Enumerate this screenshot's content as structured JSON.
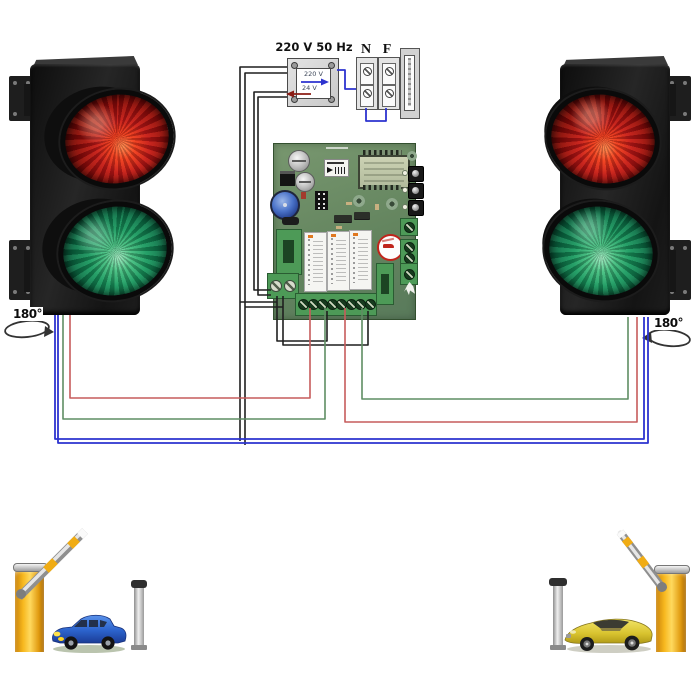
{
  "power_supply": {
    "label": "220 V 50 Hz",
    "transformer": {
      "primary": "220 V",
      "secondary": "24 V"
    },
    "terminal_n": "N",
    "terminal_f": "F"
  },
  "traffic_lights": {
    "left_rotation": "180°",
    "right_rotation": "180°"
  },
  "colors": {
    "wire_red": "#c65b5b",
    "wire_green": "#5f8d63",
    "wire_blue": "#2d33cf",
    "wire_black": "#1f1f1f",
    "lamp_red": "#c41818",
    "lamp_green": "#18955d",
    "pcb_green": "#6a8c66",
    "barrier_yellow": "#f2a818"
  }
}
